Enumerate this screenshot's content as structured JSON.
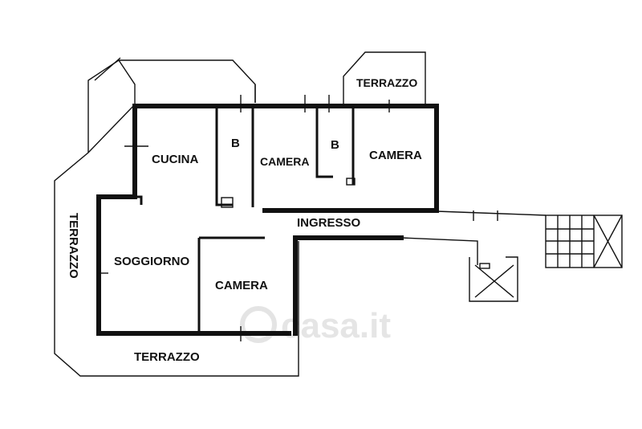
{
  "rooms": {
    "terrazzo_top": "TERRAZZO",
    "cucina": "CUCINA",
    "bagno_1": "B",
    "camera_1": "CAMERA",
    "bagno_2": "B",
    "camera_2": "CAMERA",
    "ingresso": "INGRESSO",
    "terrazzo_left": "TERRAZZO",
    "soggiorno": "SOGGIORNO",
    "camera_3": "CAMERA",
    "terrazzo_bottom": "TERRAZZO"
  },
  "watermark": "casa.it",
  "colors": {
    "ink": "#111111",
    "background": "#ffffff",
    "watermark": "#d9d9d9"
  }
}
